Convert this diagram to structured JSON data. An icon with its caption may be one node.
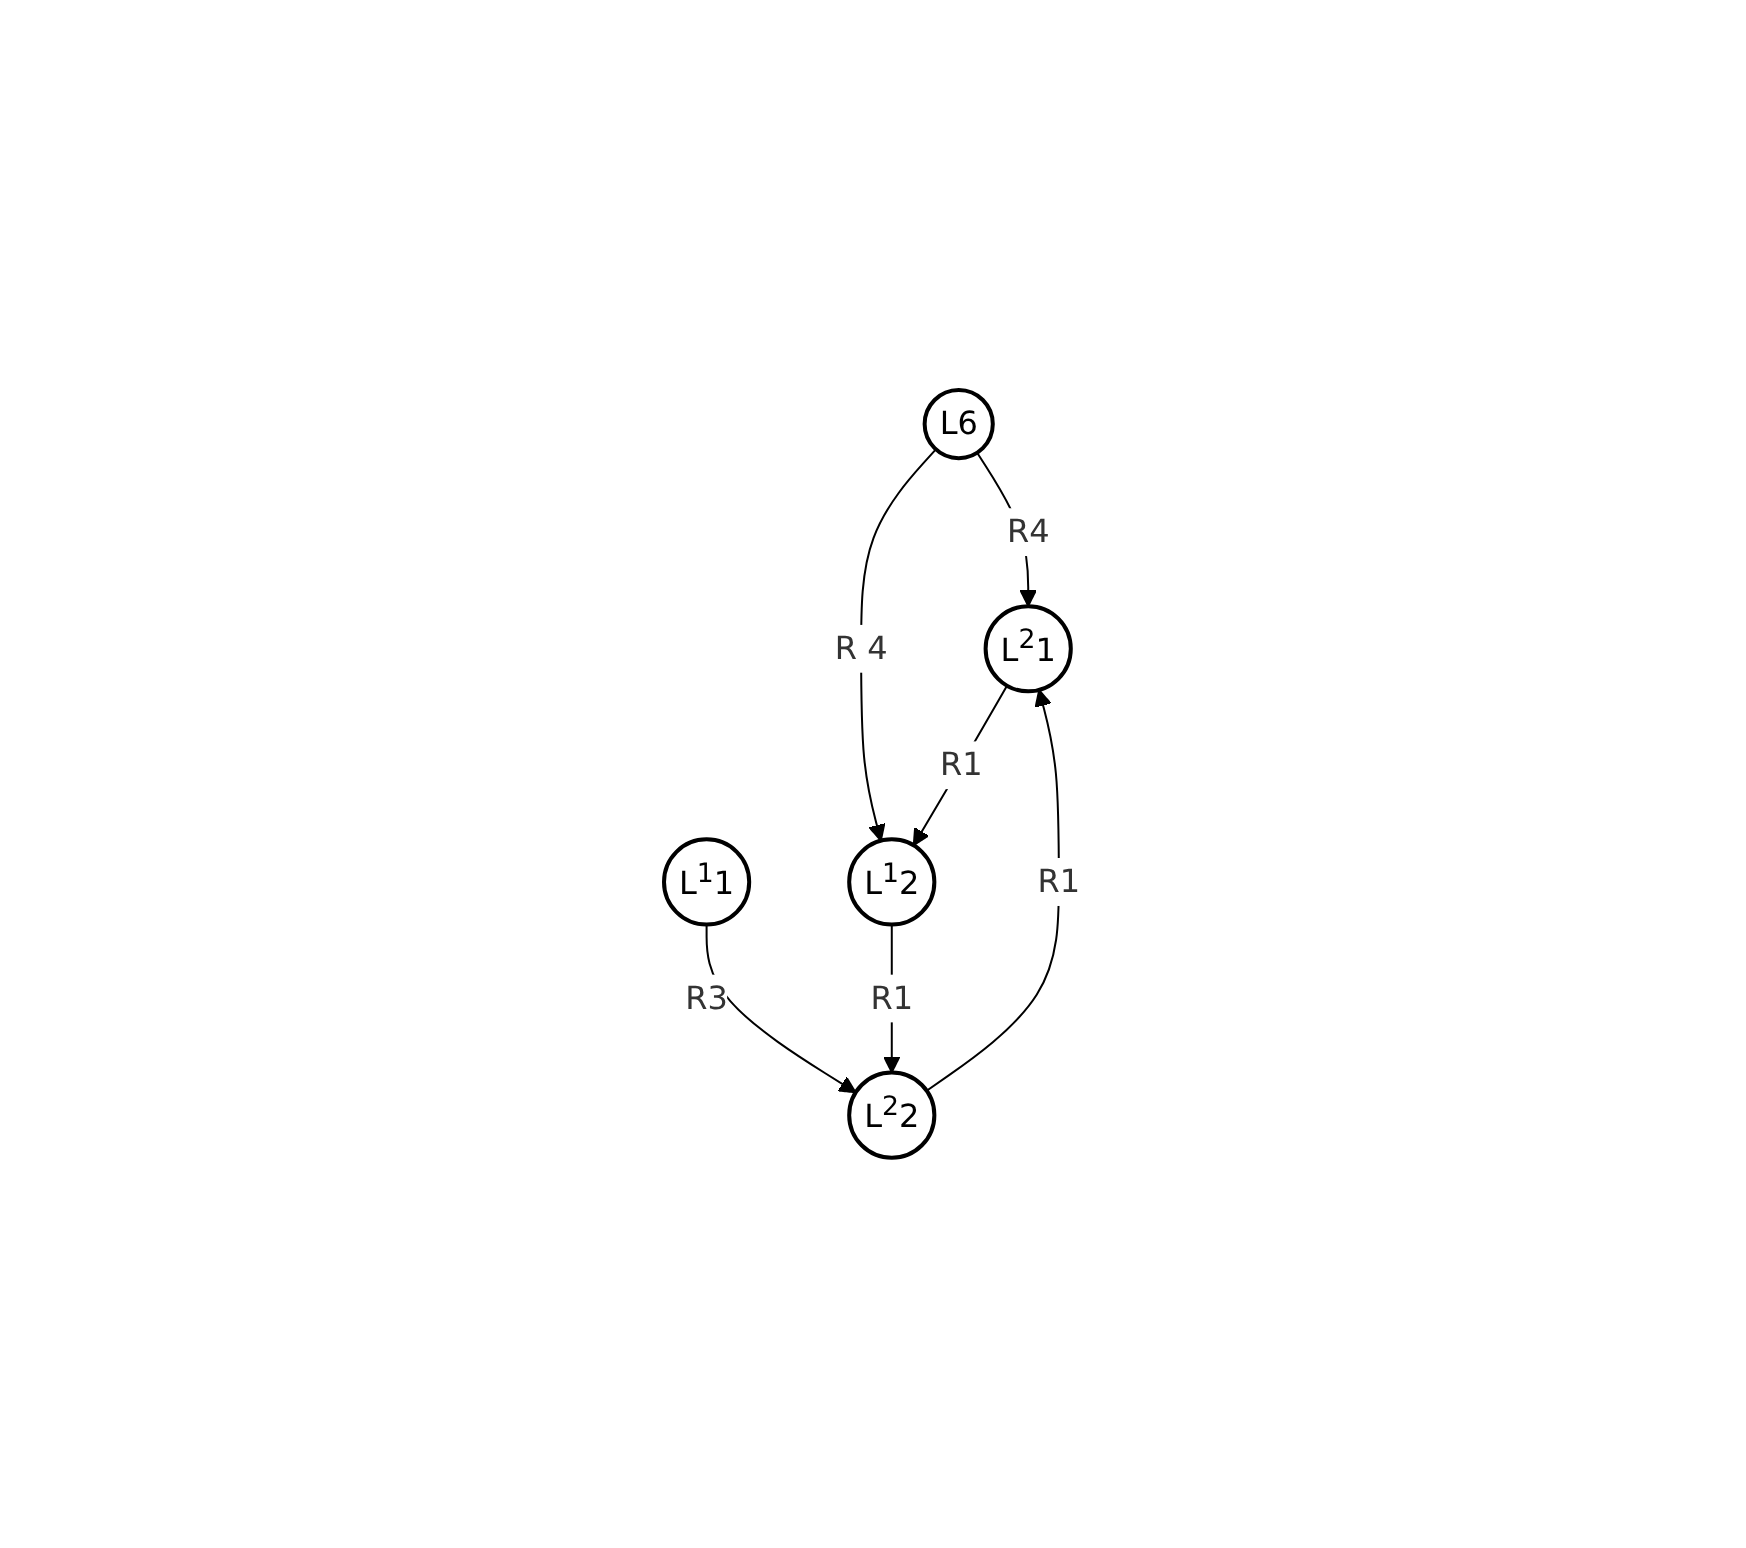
{
  "diagram": {
    "nodes": [
      {
        "text": [
          "L6"
        ]
      },
      {
        "text": [
          "L$^{1}$1"
        ]
      },
      {
        "text": [
          "L$^{2}$1"
        ]
      },
      {
        "text": [
          "L$^{1}$2"
        ]
      },
      {
        "text": [
          "L$^{2}$2"
        ]
      }
    ],
    "edges": [
      {
        "from": 0,
        "to": 2,
        "arrow": "to",
        "label": "R4"
      },
      {
        "from": 0,
        "to": 3,
        "arrow": "to",
        "label": "R 4"
      },
      {
        "from": 1,
        "to": 4,
        "arrow": "to",
        "label": "R3"
      },
      {
        "from": 2,
        "to": 3,
        "arrow": "to",
        "label": "R1"
      },
      {
        "from": 3,
        "to": 4,
        "arrow": "to",
        "label": "R1"
      },
      {
        "from": 4,
        "to": 2,
        "arrow": "to",
        "label": "R1"
      }
    ]
  }
}
